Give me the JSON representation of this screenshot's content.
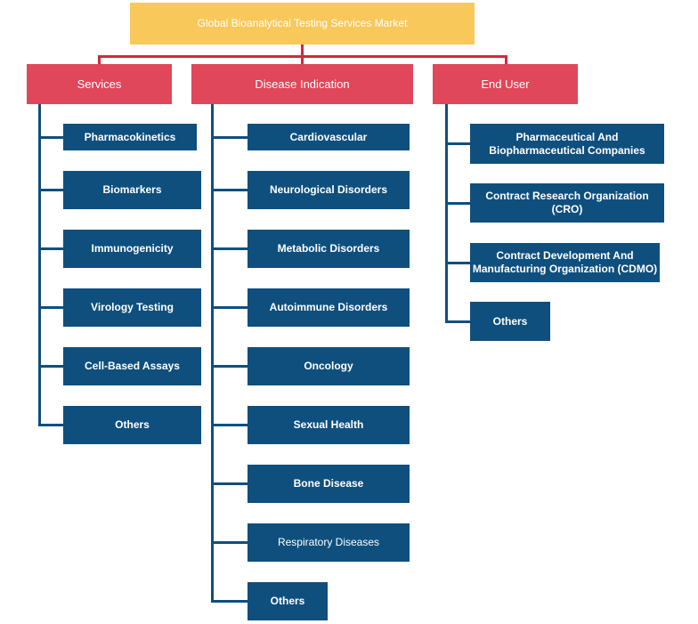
{
  "root": {
    "label": "Global Bioanalytical Testing Services Market"
  },
  "categories": {
    "services": {
      "label": "Services",
      "items": [
        "Pharmacokinetics",
        "Biomarkers",
        "Immunogenicity",
        "Virology Testing",
        "Cell-Based Assays",
        "Others"
      ]
    },
    "disease": {
      "label": "Disease Indication",
      "items": [
        "Cardiovascular",
        "Neurological Disorders",
        "Metabolic Disorders",
        "Autoimmune Disorders",
        "Oncology",
        "Sexual Health",
        "Bone Disease",
        "Respiratory Diseases",
        "Others"
      ]
    },
    "enduser": {
      "label": "End User",
      "items": [
        "Pharmaceutical And Biopharmaceutical Companies",
        "Contract Research Organization (CRO)",
        "Contract Development And Manufacturing Organization (CDMO)",
        "Others"
      ]
    }
  },
  "colors": {
    "root_fill": "#f9c85a",
    "category_fill": "#e0475a",
    "connector_red": "#d7263d",
    "leaf_fill": "#0f4f7e",
    "text": "#ffffff"
  }
}
